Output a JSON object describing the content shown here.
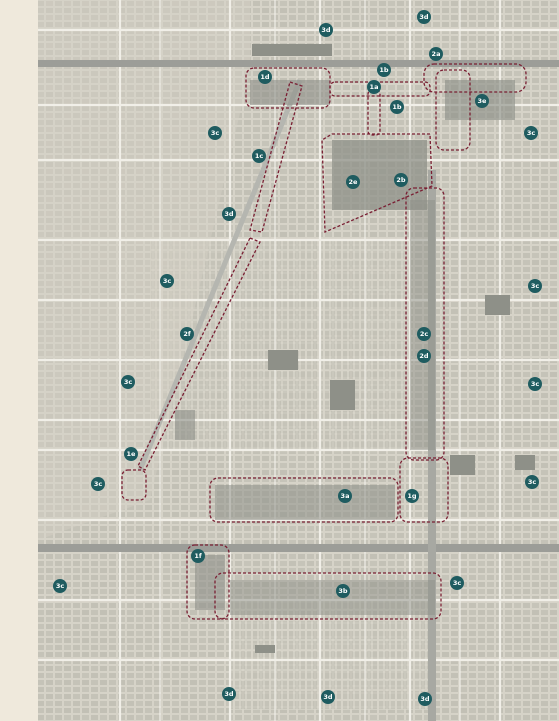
{
  "colors": {
    "background": "#efe9dc",
    "map_base": "#d9d6cb",
    "street": "#f3f1ea",
    "building": "#8f9189",
    "highway": "#9a9b96",
    "marker": "#1f5c60",
    "boundary": "#7a1f33"
  },
  "markers": [
    {
      "id": "m-3d-top",
      "label": "3d"
    },
    {
      "id": "m-3d-topright",
      "label": "3d"
    },
    {
      "id": "m-2a",
      "label": "2a"
    },
    {
      "id": "m-1d",
      "label": "1d"
    },
    {
      "id": "m-1b-a",
      "label": "1b"
    },
    {
      "id": "m-1a",
      "label": "1a"
    },
    {
      "id": "m-1b-b",
      "label": "1b"
    },
    {
      "id": "m-3e",
      "label": "3e"
    },
    {
      "id": "m-3c-1",
      "label": "3c"
    },
    {
      "id": "m-3c-2",
      "label": "3c"
    },
    {
      "id": "m-1c",
      "label": "1c"
    },
    {
      "id": "m-2e",
      "label": "2e"
    },
    {
      "id": "m-2b",
      "label": "2b"
    },
    {
      "id": "m-3d-mid",
      "label": "3d"
    },
    {
      "id": "m-3c-3",
      "label": "3c"
    },
    {
      "id": "m-3c-4",
      "label": "3c"
    },
    {
      "id": "m-2f",
      "label": "2f"
    },
    {
      "id": "m-2c",
      "label": "2c"
    },
    {
      "id": "m-2d",
      "label": "2d"
    },
    {
      "id": "m-3c-5",
      "label": "3c"
    },
    {
      "id": "m-3c-6",
      "label": "3c"
    },
    {
      "id": "m-1e",
      "label": "1e"
    },
    {
      "id": "m-3c-7",
      "label": "3c"
    },
    {
      "id": "m-3a",
      "label": "3a"
    },
    {
      "id": "m-1g",
      "label": "1g"
    },
    {
      "id": "m-3c-8",
      "label": "3c"
    },
    {
      "id": "m-1f",
      "label": "1f"
    },
    {
      "id": "m-3c-9",
      "label": "3c"
    },
    {
      "id": "m-3b",
      "label": "3b"
    },
    {
      "id": "m-3c-10",
      "label": "3c"
    },
    {
      "id": "m-3d-b1",
      "label": "3d"
    },
    {
      "id": "m-3d-b2",
      "label": "3d"
    },
    {
      "id": "m-3d-b3",
      "label": "3d"
    }
  ]
}
